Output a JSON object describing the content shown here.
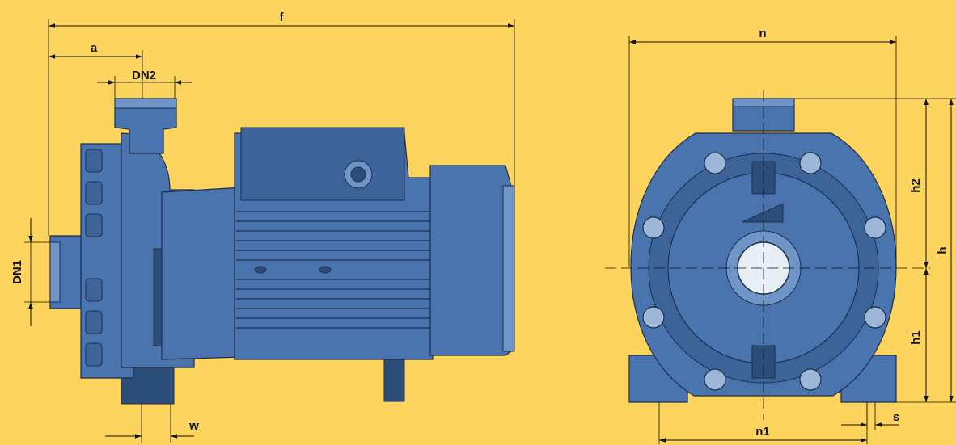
{
  "labels": {
    "f": "f",
    "a": "a",
    "dn2": "DN2",
    "dn1": "DN1",
    "w": "w",
    "n": "n",
    "n1": "n1",
    "s": "s",
    "h": "h",
    "h1": "h1",
    "h2": "h2"
  },
  "colors": {
    "background": "#fcd45e",
    "pump_body": "#4a74ad",
    "outline": "#1c2f4f"
  }
}
